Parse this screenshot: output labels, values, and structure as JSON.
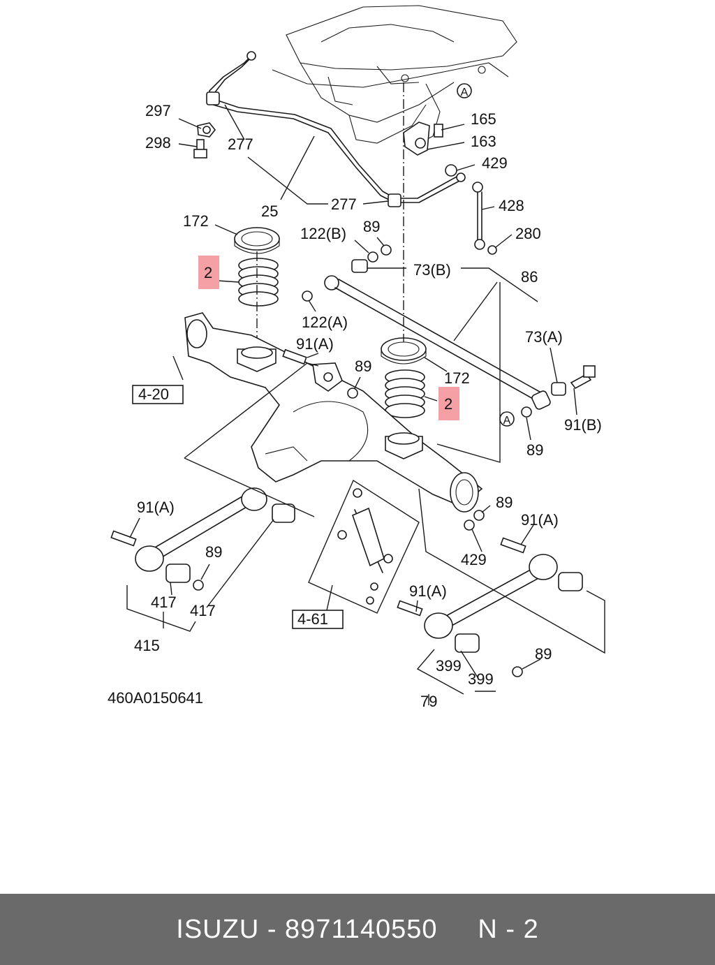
{
  "diagram": {
    "drawing_code": "460A0150641",
    "highlight_color": "#f4a0a4",
    "labels": {
      "l297": "297",
      "l298": "298",
      "l277a": "277",
      "l277b": "277",
      "l25": "25",
      "l165": "165",
      "l163": "163",
      "l429a": "429",
      "l428": "428",
      "l280": "280",
      "l172a": "172",
      "l172b": "172",
      "l2a": "2",
      "l2b": "2",
      "l122b": "122(B)",
      "l122a": "122(A)",
      "l89a": "89",
      "l73b": "73(B)",
      "l86": "86",
      "l73a": "73(A)",
      "l91a1": "91(A)",
      "l89b": "89",
      "l91b": "91(B)",
      "l89c": "89",
      "l420": "4-20",
      "l91a2": "91(A)",
      "l89d": "89",
      "l417a": "417",
      "l417b": "417",
      "l415": "415",
      "l461": "4-61",
      "l89e": "89",
      "l91a3": "91(A)",
      "l429b": "429",
      "l91a4": "91(A)",
      "l399a": "399",
      "l399b": "399",
      "l89f": "89",
      "l79": "79",
      "callout_a1": "A",
      "callout_a2": "A"
    }
  },
  "footer": {
    "text": "ISUZU - 8971140550     N - 2"
  }
}
